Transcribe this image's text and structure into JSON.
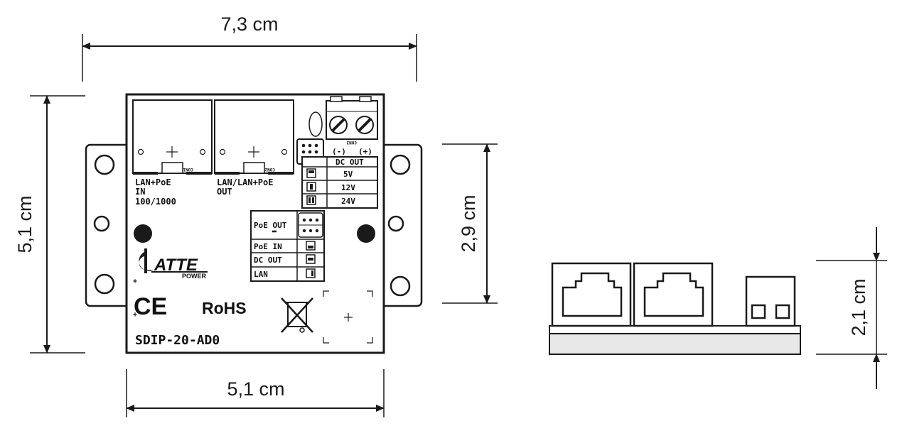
{
  "dimensions": {
    "width_total": "7,3 cm",
    "height_total": "5,1 cm",
    "width_board": "5,1 cm",
    "hole_spacing": "2,9 cm",
    "profile_height": "2,1 cm"
  },
  "board": {
    "port1_label_line1": "LAN+PoE",
    "port1_label_line2": "IN",
    "port1_label_line3": "100/1000",
    "port1_con": "CON1",
    "port2_label_line1": "LAN/LAN+PoE",
    "port2_label_line2": "OUT",
    "port2_con": "CON2",
    "con3": "CON3",
    "minus": "(-)",
    "plus": "(+)",
    "dc_out_header": "DC OUT",
    "v5": "5V",
    "v12": "12V",
    "v24": "24V",
    "poe_out": "PoE OUT",
    "poe_in": "PoE IN",
    "dc_out": "DC OUT",
    "lan": "LAN",
    "logo_text": "ATTE",
    "logo_sub": "POWER",
    "ce": "CE",
    "rohs": "RoHS",
    "model": "SDIP-20-AD0"
  },
  "colors": {
    "line": "#1a1a1a",
    "board_fill": "#ffffff",
    "base_fill": "#e8e8e8"
  }
}
